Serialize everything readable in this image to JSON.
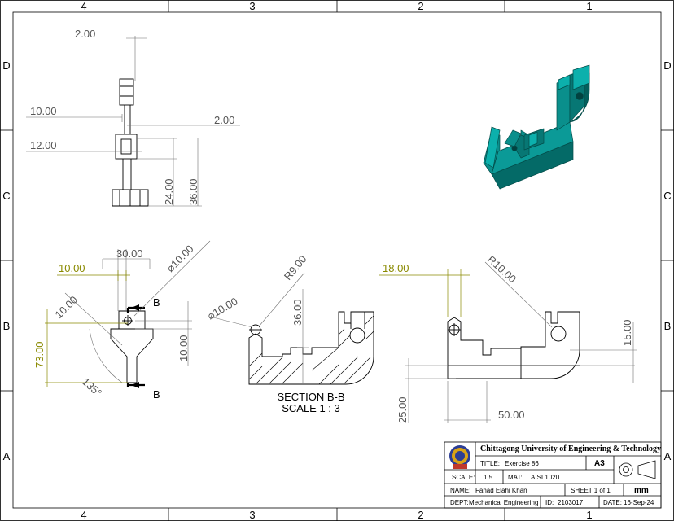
{
  "border": {
    "columns": [
      "4",
      "3",
      "2",
      "1"
    ],
    "rows": [
      "D",
      "C",
      "B",
      "A"
    ]
  },
  "views": {
    "top": {
      "dims": [
        "2.00",
        "10.00",
        "2.00",
        "12.00",
        "24.00",
        "36.00"
      ]
    },
    "front": {
      "dims": [
        "30.00",
        "10.00",
        "⌀10.00",
        "10.00",
        "73.00",
        "10.00",
        "135°"
      ],
      "section_marks": [
        "B",
        "B"
      ]
    },
    "section": {
      "dims": [
        "R9.00",
        "⌀10.00",
        "36.00"
      ],
      "label_line1": "SECTION B-B",
      "label_line2": "SCALE 1 : 3"
    },
    "side": {
      "dims": [
        "18.00",
        "R10.00",
        "15.00",
        "25.00",
        "50.00"
      ]
    }
  },
  "title_block": {
    "university": "Chittagong University of Engineering & Technology",
    "title_label": "TITLE:",
    "title_value": "Exercise 86",
    "sheet_size": "A3",
    "scale_label": "SCALE:",
    "scale_value": "1:5",
    "material_label": "MAT:",
    "material_value": "AISI 1020",
    "name_label": "NAME:",
    "name_value": "Fahad Elahi Khan",
    "sheet_label": "SHEET 1 of 1",
    "units": "mm",
    "dept_label": "DEPT:",
    "dept_value": "Mechanical Engineering",
    "id_label": "ID:",
    "id_value": "2103017",
    "date_label": "DATE:",
    "date_value": "16-Sep-24"
  },
  "colors": {
    "line": "#000000",
    "dim_line": "#6f6f6f",
    "dim_text": "#555555",
    "highlight_dim": "#8a8a00",
    "model_teal": "#0a8f8c",
    "model_dark": "#045f5c",
    "logo_blue": "#2c3e95",
    "logo_gold": "#d9a316"
  }
}
